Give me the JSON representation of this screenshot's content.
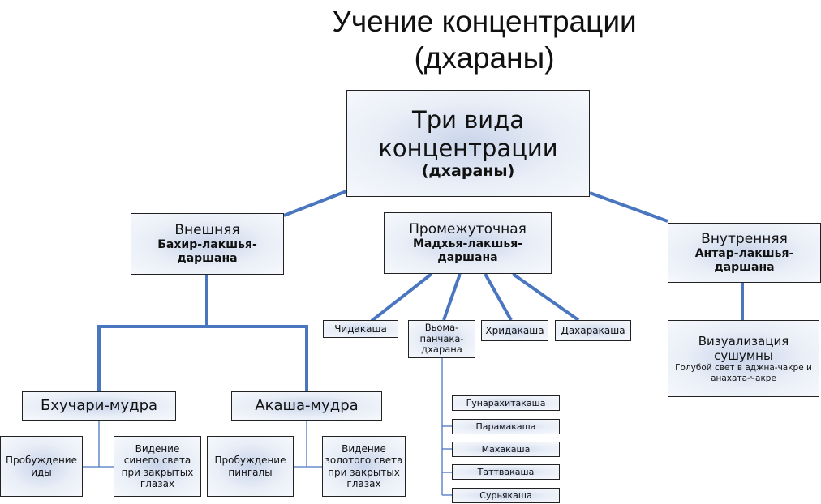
{
  "title": {
    "line1": "Учение концентрации",
    "line2": "(дхараны)"
  },
  "root": {
    "line1": "Три вида",
    "line2": "концентрации",
    "line3": "(дхараны)"
  },
  "outer": {
    "name": "Внешняя",
    "sub1": "Бахир-лакшья-",
    "sub2": "даршана"
  },
  "middle": {
    "name": "Промежуточная",
    "sub1": "Мадхья-лакшья-",
    "sub2": "даршана"
  },
  "inner": {
    "name": "Внутренняя",
    "sub1": "Антар-лакшья-",
    "sub2": "даршана"
  },
  "middle_children": [
    "Чидакаша",
    "Хридакаша",
    "Дахаракаша"
  ],
  "vyoma": {
    "l1": "Вьома-",
    "l2": "панчака-",
    "l3": "дхарана"
  },
  "vyoma_items": [
    "Гунарахитакаша",
    "Парамакаша",
    "Махакаша",
    "Таттвакаша",
    "Сурьякаша"
  ],
  "inner_child": {
    "title1": "Визуализация",
    "title2": "сушумны",
    "desc1": "Голубой свет в аджна-чакре и",
    "desc2": "анахата-чакре"
  },
  "bhuchari": {
    "name": "Бхучари-мудра",
    "left": {
      "l1": "Пробуждение",
      "l2": "иды"
    },
    "right": {
      "l1": "Видение",
      "l2": "синего света",
      "l3": "при закрытых",
      "l4": "глазах"
    }
  },
  "akasha": {
    "name": "Акаша-мудра",
    "left": {
      "l1": "Пробуждение",
      "l2": "пингалы"
    },
    "right": {
      "l1": "Видение",
      "l2": "золотого света",
      "l3": "при закрытых",
      "l4": "глазах"
    }
  },
  "colors": {
    "connector": "#4a76bf"
  }
}
